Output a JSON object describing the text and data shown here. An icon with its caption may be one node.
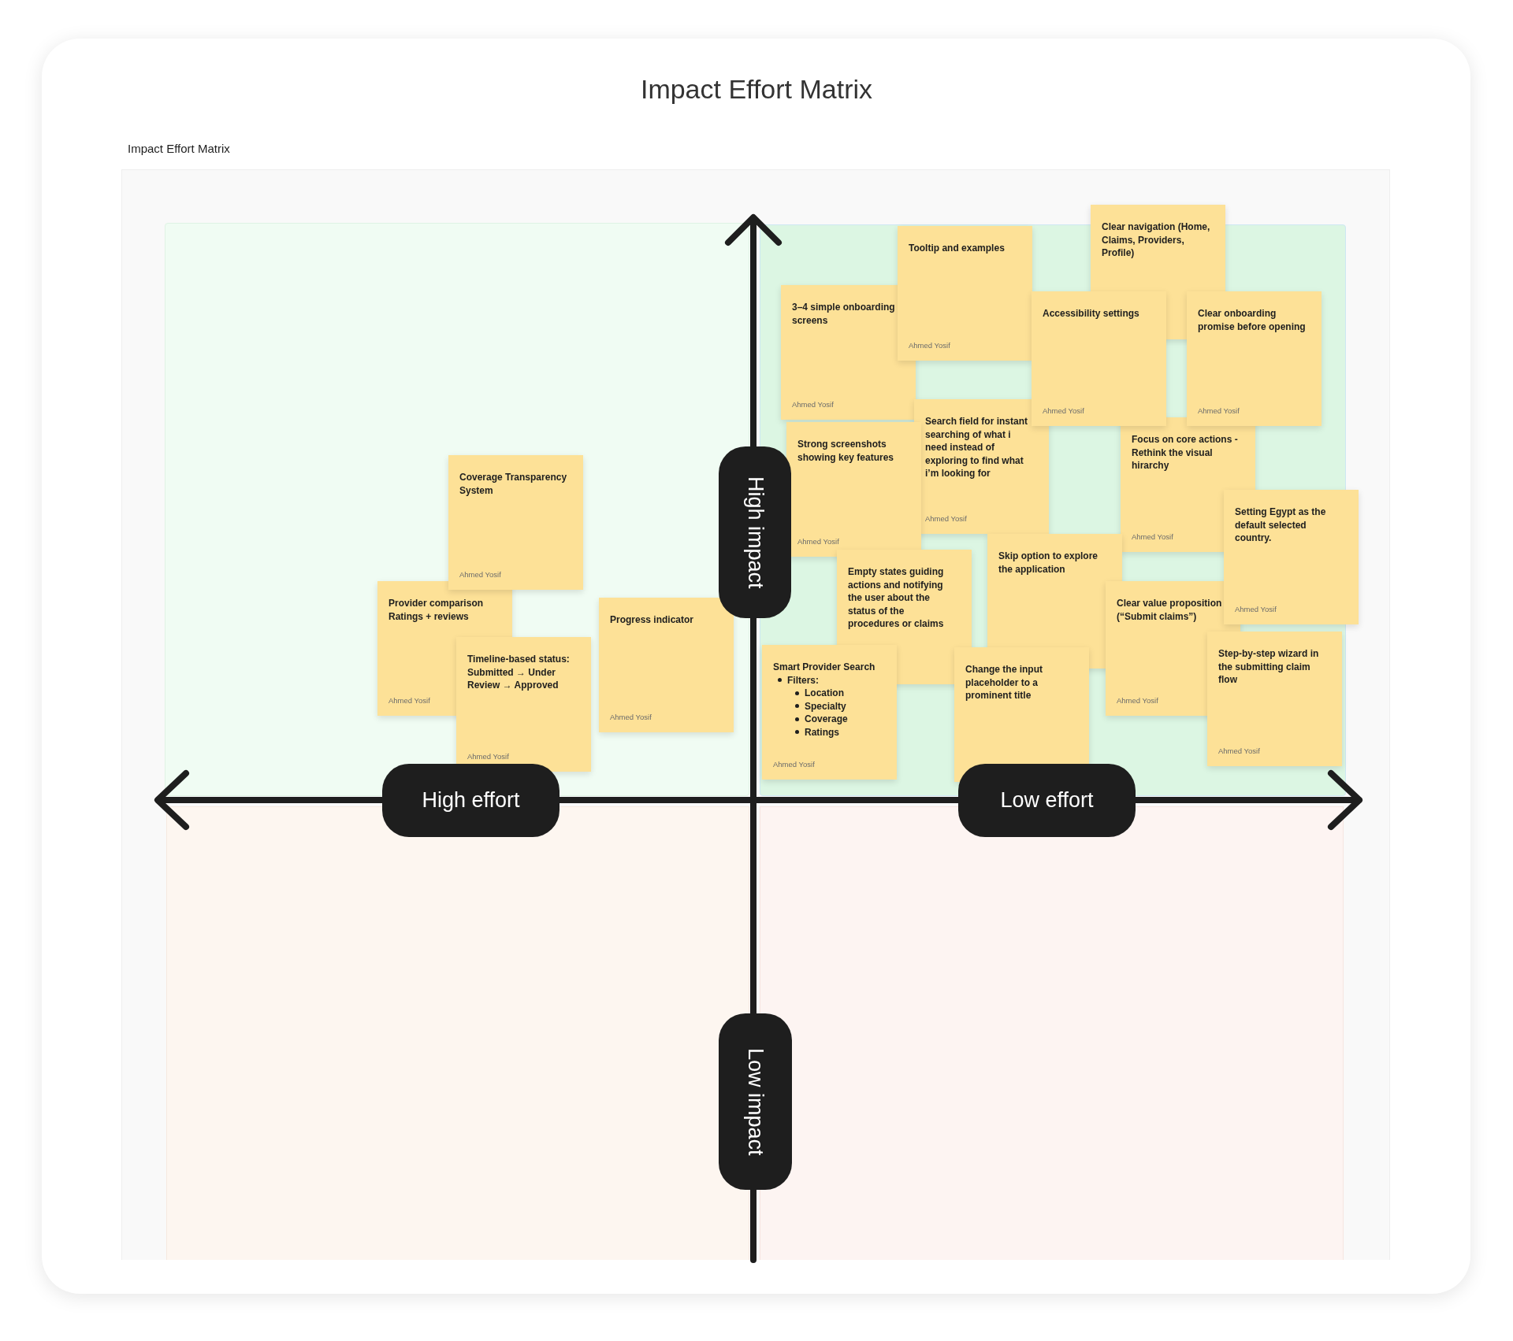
{
  "diagram": {
    "title": "Impact Effort Matrix",
    "nodes": [
      {
        "text": [
          "Impact Effort Matrix"
        ]
      },
      {
        "text": [
          "High impact"
        ]
      },
      {
        "text": [
          "High effort"
        ]
      },
      {
        "text": [
          "Low effort"
        ]
      },
      {
        "text": [
          "Low impact"
        ]
      },
      {
        "text": [
          "Coverage Transparency System",
          "Ahmed Yosif"
        ]
      },
      {
        "text": [
          "Provider comparison Ratings + reviews",
          "Ahmed Yosif"
        ]
      },
      {
        "text": [
          "Timeline-based status: Submitted → Under Review → Approved",
          "Ahmed Yosif"
        ]
      },
      {
        "text": [
          "Progress indicator",
          "Ahmed Yosif"
        ]
      },
      {
        "text": [
          "Clear navigation (Home, Claims, Providers, Profile)"
        ]
      },
      {
        "text": [
          "Tooltip and examples",
          "Ahmed Yosif"
        ]
      },
      {
        "text": [
          "3–4 simple onboarding screens",
          "Ahmed Yosif"
        ]
      },
      {
        "text": [
          "Accessibility settings",
          "Ahmed Yosif"
        ]
      },
      {
        "text": [
          "Clear onboarding promise before opening",
          "Ahmed Yosif"
        ]
      },
      {
        "text": [
          "Search field for instant searching of what i need instead of exploring to find what i’m looking for",
          "Ahmed Yosif"
        ]
      },
      {
        "text": [
          "Strong screenshots showing key features",
          "Ahmed Yosif"
        ]
      },
      {
        "text": [
          "Focus on core actions - Rethink the visual hirarchy",
          "Ahmed Yosif"
        ]
      },
      {
        "text": [
          "Setting Egypt as the default selected country.",
          "Ahmed Yosif"
        ]
      },
      {
        "text": [
          "Skip option to explore the application"
        ]
      },
      {
        "text": [
          "Empty states guiding actions and notifying the user about the status of the procedures or claims"
        ]
      },
      {
        "text": [
          "Clear value proposition (“Submit claims”)",
          "Ahmed Yosif"
        ]
      },
      {
        "text": [
          "Step-by-step wizard in the submitting claim flow",
          "Ahmed Yosif"
        ]
      },
      {
        "text": [
          "Smart Provider Search",
          "Filters:",
          "Location",
          "Specialty",
          "Coverage",
          "Ratings",
          "Ahmed Yosif"
        ]
      },
      {
        "text": [
          "Change the input placeholder to a prominent title"
        ]
      }
    ],
    "edges": []
  }
}
